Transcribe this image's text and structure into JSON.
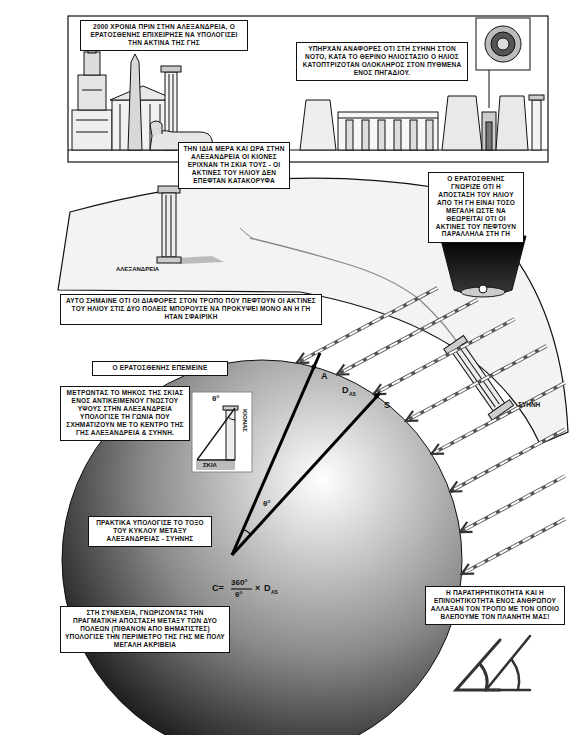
{
  "diagram": {
    "nodes": [
      {
        "text": [
          "2000 ΧΡΟΝΙΑ ΠΡΙΝ ΣΤΗΝ ΑΛΕΞΑΝΔΡΕΙΑ, Ο ΕΡΑΤΟΣΘΕΝΗΣ ΕΠΙΧΕΙΡΗΣΕ ΝΑ ΥΠΟΛΟΓΙΣΕΙ ΤΗΝ ΑΚΤΙΝΑ ΤΗΣ ΓΗΣ"
        ]
      },
      {
        "text": [
          "ΥΠΗΡΧΑΝ ΑΝΑΦΟΡΕΣ ΟΤΙ ΣΤΗ ΣΥΗΝΗ ΣΤΟΝ ΝΟΤΟ, ΚΑΤΑ ΤΟ ΘΕΡΙΝΟ ΗΛΙΟΣΤΑΣΙΟ Ο ΗΛΙΟΣ ΚΑΤΟΠΤΡΙΖΟΤΑΝ ΟΛΟΚΛΗΡΟΣ ΣΤΟΝ ΠΥΘΜΕΝΑ ΕΝΟΣ ΠΗΓΑΔΙΟΥ."
        ]
      },
      {
        "text": [
          "ΤΗΝ ΙΔΙΑ ΜΕΡΑ ΚΑΙ ΩΡΑ ΣΤΗΝ ΑΛΕΞΑΝΔΡΕΙΑ ΟΙ ΚΙΟΝΕΣ ΕΡΙΧΝΑΝ ΤΗ ΣΚΙΑ ΤΟΥΣ - ΟΙ ΑΚΤΙΝΕΣ ΤΟΥ ΗΛΙΟΥ ΔΕΝ ΕΠΕΦΤΑΝ ΚΑΤΑΚΟΡΥΦΑ"
        ]
      },
      {
        "text": [
          "Ο ΕΡΑΤΟΣΘΕΝΗΣ ΓΝΩΡΙΖΕ ΟΤΙ Η ΑΠΟΣΤΑΣΗ ΤΟΥ ΗΛΙΟΥ ΑΠΟ ΤΗ ΓΗ ΕΙΝΑΙ ΤΟΣΟ ΜΕΓΑΛΗ ΩΣΤΕ ΝΑ ΘΕΩΡΕΙΤΑΙ ΟΤΙ ΟΙ ΑΚΤΙΝΕΣ ΤΟΥ ΠΕΦΤΟΥΝ ΠΑΡΑΛΛΗΛΑ ΣΤΗ ΓΗ"
        ]
      },
      {
        "text": [
          "ΑΥΤΟ ΣΗΜΑΙΝΕ ΟΤΙ ΟΙ ΔΙΑΦΟΡΕΣ ΣΤΟΝ ΤΡΟΠΟ ΠΟΥ ΠΕΦΤΟΥΝ ΟΙ ΑΚΤΙΝΕΣ ΤΟΥ ΗΛΙΟΥ ΣΤΙΣ ΔΥΟ ΠΟΛΕΙΣ ΜΠΟΡΟΥΣΕ ΝΑ ΠΡΟΚΥΨΕΙ ΜΟΝΟ ΑΝ Η ΓΗ ΗΤΑΝ ΣΦΑΙΡΙΚΗ"
        ]
      },
      {
        "text": [
          "Ο ΕΡΑΤΟΣΘΕΝΗΣ ΕΠΕΜΕΙΝΕ"
        ]
      },
      {
        "text": [
          "ΜΕΤΡΩΝΤΑΣ ΤΟ ΜΗΚΟΣ ΤΗΣ ΣΚΙΑΣ ΕΝΟΣ ΑΝΤΙΚΕΙΜΕΝΟΥ ΓΝΩΣΤΟΥ ΥΨΟΥΣ ΣΤΗΝ ΑΛΕΞΑΝΔΡΕΙΑ ΥΠΟΛΟΓΙΣΕ ΤΗ ΓΩΝΙΑ ΠΟΥ ΣΧΗΜΑΤΙΖΟΥΝ ΜΕ ΤΟ ΚΕΝΤΡΟ ΤΗΣ ΓΗΣ ΑΛΕΞΑΝΔΡΕΙΑ & ΣΥΗΝΗ."
        ]
      },
      {
        "text": [
          "ΠΡΑΚΤΙΚΑ ΥΠΟΛΟΓΙΣΕ ΤΟ ΤΟΞΟ ΤΟΥ ΚΥΚΛΟΥ ΜΕΤΑΞΥ ΑΛΕΞΑΝΔΡΕΙΑΣ - ΣΥΗΝΗΣ"
        ]
      },
      {
        "text": [
          "Η ΠΑΡΑΤΗΡΗΤΙΚΟΤΗΤΑ ΚΑΙ Η ΕΠΙΝΟΗΤΙΚΟΤΗΤΑ ΕΝΟΣ ΑΝΘΡΩΠΟΥ ΑΛΛΑΞΑΝ ΤΟΝ ΤΡΟΠΟ ΜΕ ΤΟΝ ΟΠΟΙΟ ΒΛΕΠΟΥΜΕ ΤΟΝ ΠΛΑΝΗΤΗ ΜΑΣ!"
        ]
      },
      {
        "text": [
          "ΣΤΗ ΣΥΝΕΧΕΙΑ, ΓΝΩΡΙΖΟΝΤΑΣ ΤΗΝ ΠΡΑΓΜΑΤΙΚΗ ΑΠΟΣΤΑΣΗ ΜΕΤΑΞΥ ΤΩΝ ΔΥΟ ΠΟΛΕΩΝ (ΠΙΘΑΝΟΝ ΑΠΟ ΒΗΜΑΤΙΣΤΕΣ) ΥΠΟΛΟΓΙΣΕ ΤΗΝ ΠΕΡΙΜΕΤΡΟ ΤΗΣ ΓΗΣ ΜΕ ΠΟΛΥ ΜΕΓΑΛΗ ΑΚΡΙΒΕΙΑ"
        ]
      }
    ],
    "labels": [
      "ΑΛΕΞΑΝΔΡΕΙΑ",
      "ΣΥΗΝΗ",
      "θ°",
      "ΚΙΟΝΑΣ",
      "ΣΚΙΑ",
      "A",
      "D",
      "AS",
      "S",
      "θ°",
      "C=",
      "360°",
      "θ°",
      "×",
      "D",
      "AS"
    ]
  }
}
